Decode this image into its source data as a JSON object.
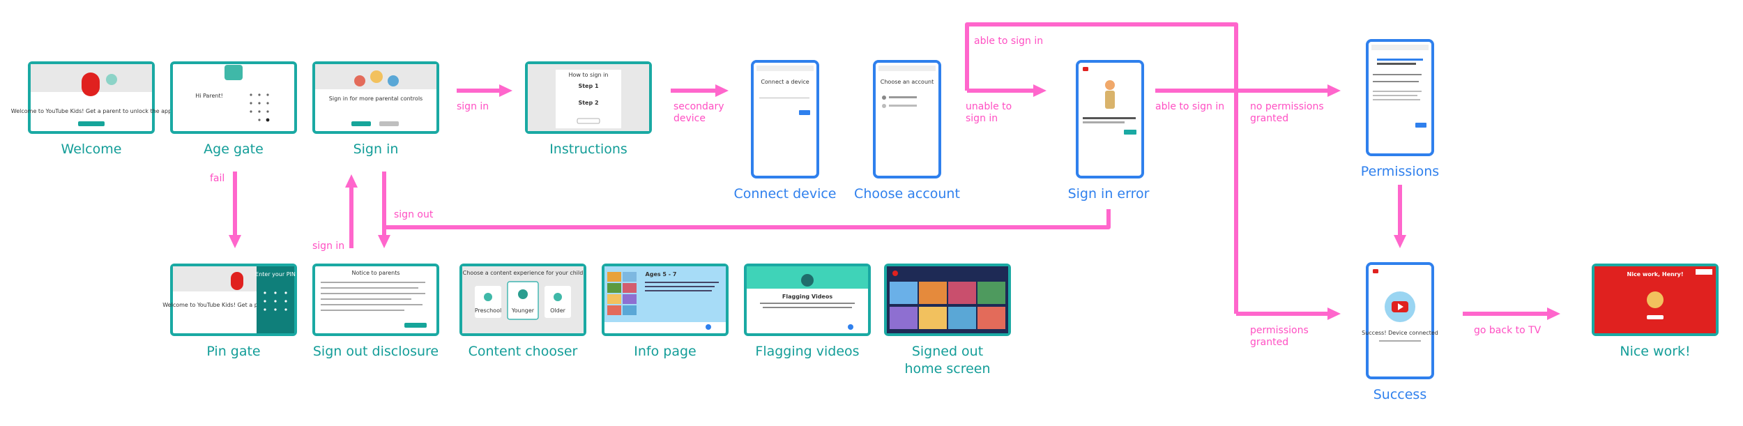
{
  "screens": {
    "welcome": "Welcome",
    "age_gate": "Age gate",
    "sign_in": "Sign in",
    "instructions": "Instructions",
    "connect_device": "Connect device",
    "choose_account": "Choose account",
    "sign_in_error": "Sign in error",
    "permissions": "Permissions",
    "pin_gate": "Pin gate",
    "sign_out_disclosure": "Sign out disclosure",
    "content_chooser": "Content chooser",
    "info_page": "Info page",
    "flagging_videos": "Flagging videos",
    "signed_out_home_line1": "Signed out",
    "signed_out_home_line2": "home screen",
    "success": "Success",
    "nice_work": "Nice work!"
  },
  "edges": {
    "sign_in": "sign in",
    "secondary_device_line1": "secondary",
    "secondary_device_line2": "device",
    "able_to_sign_in_top": "able to sign in",
    "unable_to_sign_in_line1": "unable to",
    "unable_to_sign_in_line2": "sign in",
    "able_to_sign_in": "able to sign in",
    "no_permissions_granted_line1": "no permissions",
    "no_permissions_granted_line2": "granted",
    "fail": "fail",
    "sign_in_up": "sign in",
    "sign_out": "sign out",
    "permissions_granted_line1": "permissions",
    "permissions_granted_line2": "granted",
    "go_back_to_tv": "go back to TV"
  },
  "thumbs": {
    "welcome_text": "Welcome to YouTube Kids! Get a parent to unlock the app",
    "age_gate_text": "Hi Parent!",
    "sign_in_text": "Sign in for more parental controls",
    "instructions_title": "How to sign in",
    "instructions_step1": "Step 1",
    "instructions_step2": "Step 2",
    "connect_device_text": "Connect a device",
    "choose_account_text": "Choose an account",
    "pin_gate_text": "Welcome to YouTube Kids! Get a pare",
    "pin_gate_side": "Enter your PIN",
    "sign_out_disclosure_text": "Notice to parents",
    "content_chooser_text": "Choose a content experience for your child",
    "content_opt1": "Preschool",
    "content_opt2": "Younger",
    "content_opt3": "Older",
    "info_page_text": "Ages 5 - 7",
    "flagging_videos_text": "Flagging Videos",
    "success_text": "Success! Device connected",
    "nice_work_text": "Nice work, Henry!"
  },
  "colors": {
    "arrow": "#ff66cc",
    "tv_frame": "#1aa9a3",
    "phone_frame": "#2f80ed",
    "teal_label": "#139d98",
    "blue_label": "#2f80ed",
    "edge_label": "#ff4fc3"
  }
}
